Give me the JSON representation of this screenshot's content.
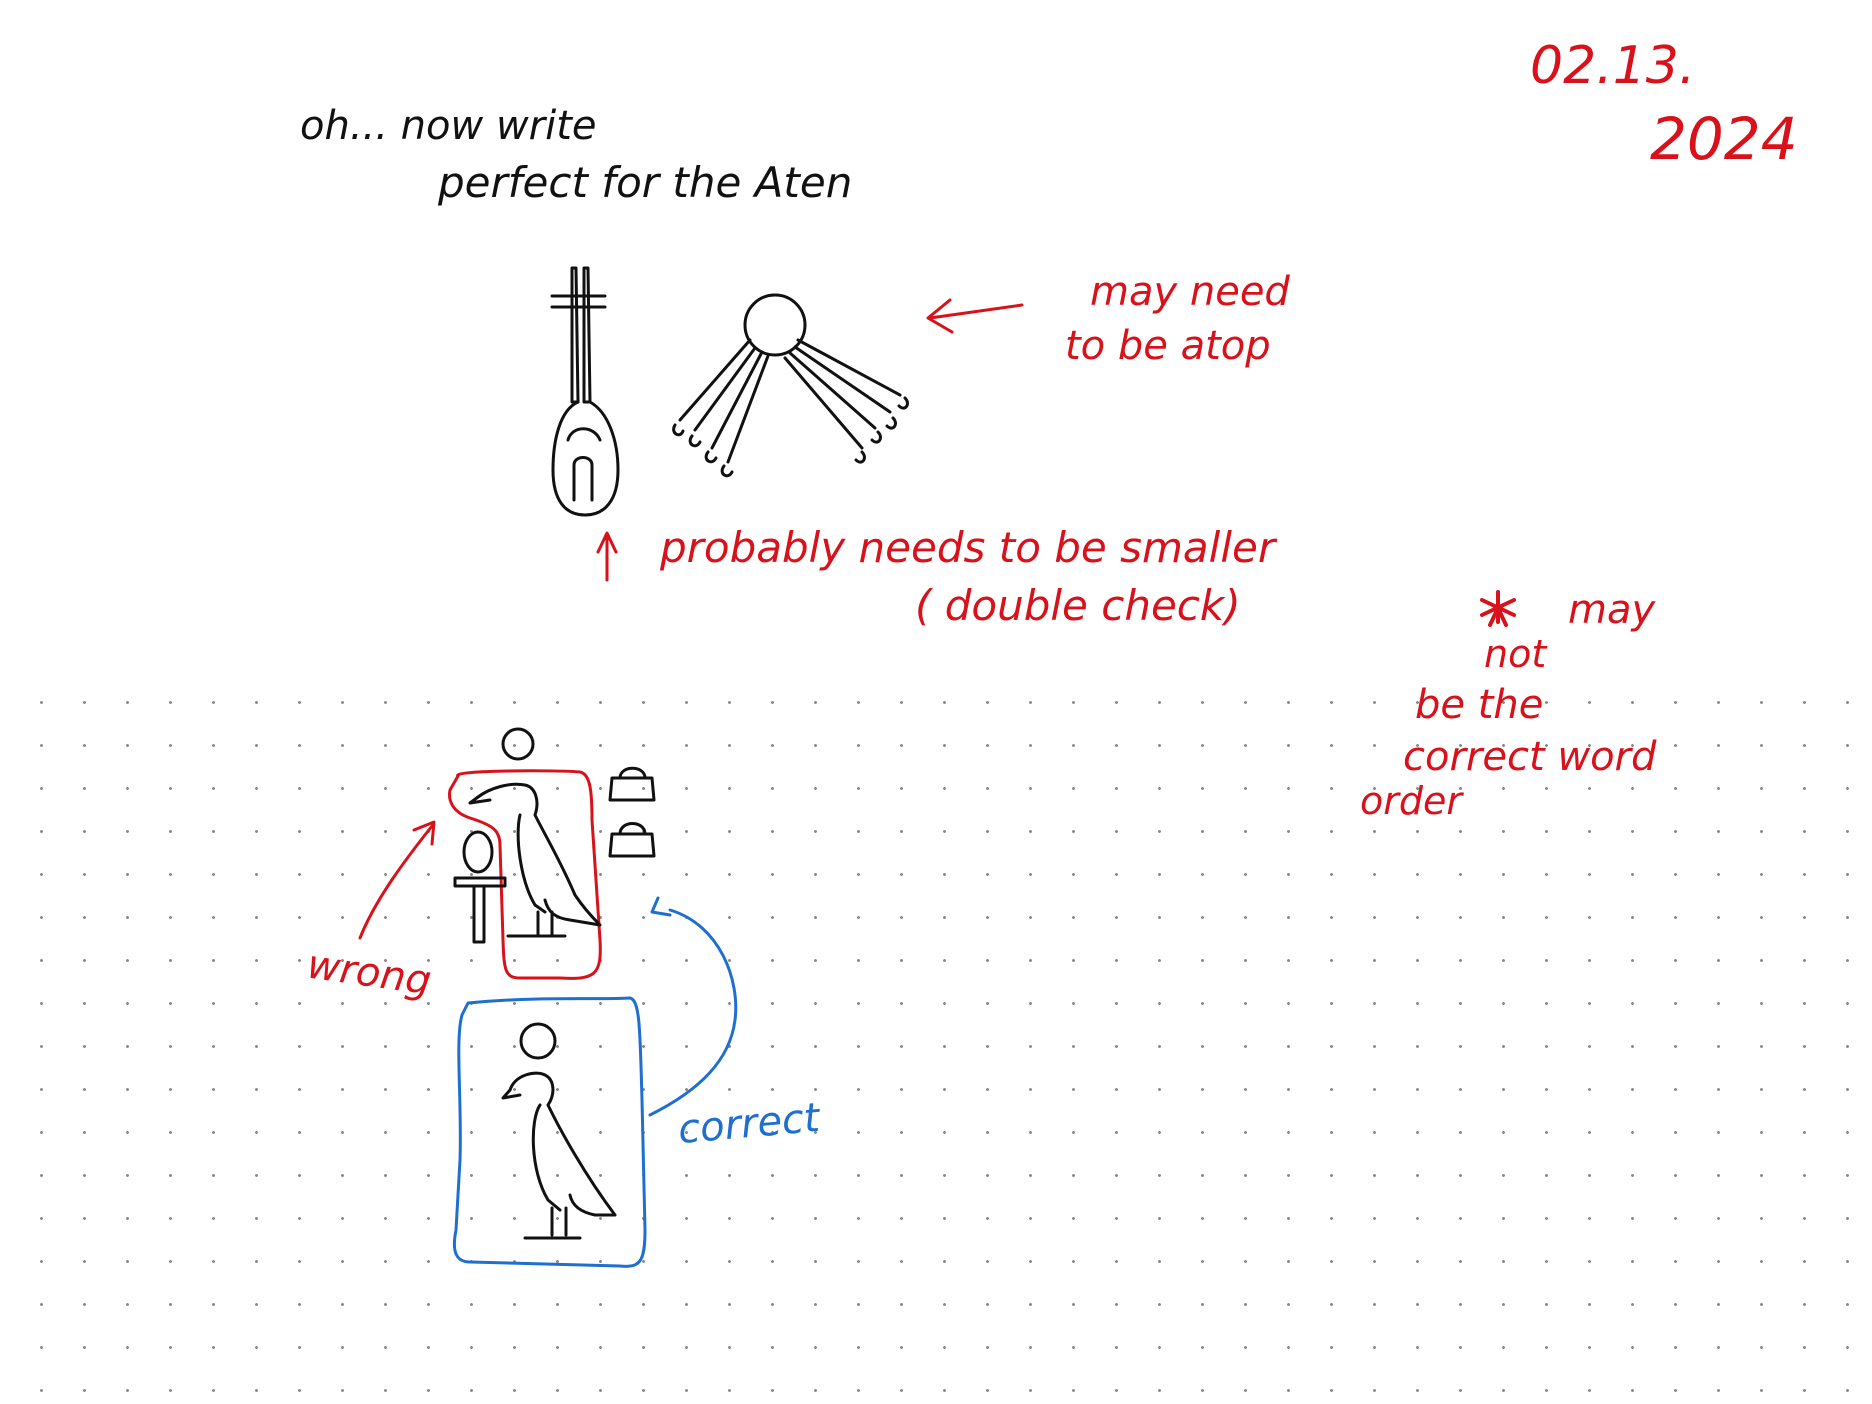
{
  "note": {
    "date_line1": "02.13.",
    "date_line2": "2024",
    "line1": "oh...   now   write",
    "line2": "perfect   for   the  Aten",
    "may_need": "may  need",
    "to_be_atop": "to    be    atop",
    "probably": "probably   needs   to   be   smaller",
    "double_check": "( double   check)",
    "may": "may",
    "not": "not",
    "be_the": "be   the",
    "correct_word": "correct   word",
    "order": "order",
    "wrong": "wrong",
    "correct": "correct"
  },
  "colors": {
    "ink_black": "#111111",
    "ink_red": "#d8111b",
    "ink_blue": "#1f6fd1",
    "dot_grid": "#8a8a8a"
  },
  "icons": {
    "hieroglyph_1": "sceptre-spoon-glyph",
    "hieroglyph_2": "aten-sun-disk-with-rays",
    "hieroglyph_3": "ankh",
    "hieroglyph_4": "vulture-bird",
    "hieroglyph_5": "basket-signs",
    "star": "asterisk-star"
  }
}
